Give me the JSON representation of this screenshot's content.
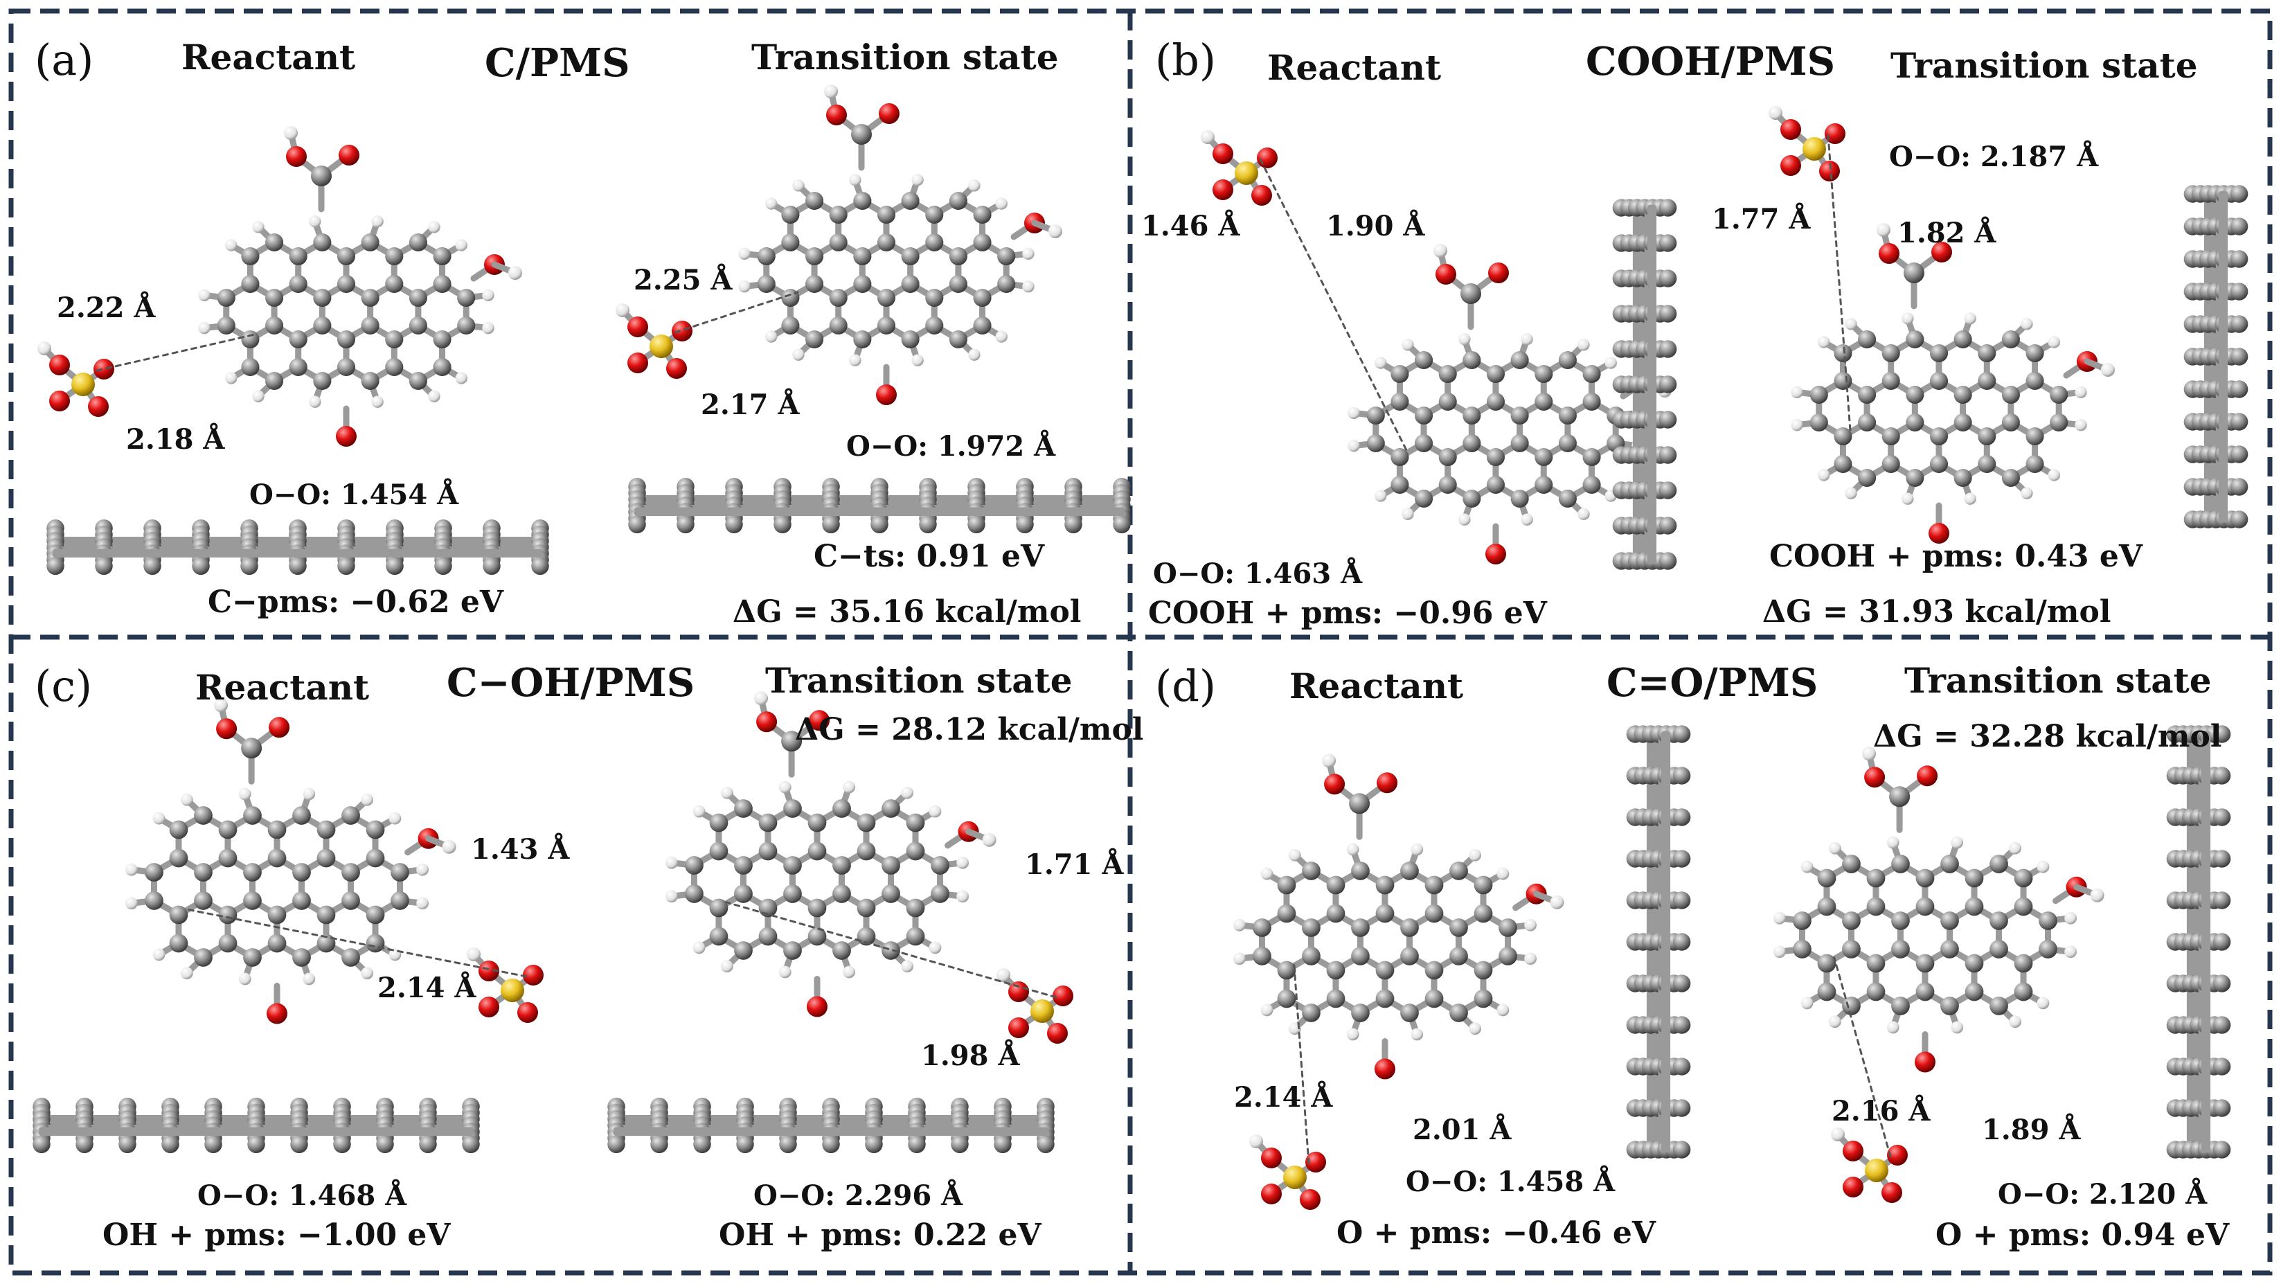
{
  "colors": {
    "border": "#25364f",
    "carbon": "#8e8e8e",
    "hydrogen": "#f2f2f2",
    "oxygen": "#e01010",
    "sulfur": "#e8c020"
  },
  "panels": [
    {
      "letter": "(a)",
      "system": "C/PMS",
      "reactant_label": "Reactant",
      "ts_label": "Transition state",
      "distances": [
        "2.22 Å",
        "2.18 Å",
        "2.25 Å",
        "2.17 Å"
      ],
      "reactant_oo": "O−O: 1.454 Å",
      "ts_oo": "O−O: 1.972 Å",
      "reactant_energy": "C−pms: −0.62 eV",
      "ts_energy": "C−ts: 0.91 eV",
      "delta_g": "ΔG = 35.16 kcal/mol"
    },
    {
      "letter": "(b)",
      "system": "COOH/PMS",
      "reactant_label": "Reactant",
      "ts_label": "Transition state",
      "distances": [
        "1.46 Å",
        "1.90 Å",
        "1.77 Å",
        "1.82 Å"
      ],
      "reactant_oo": "O−O: 1.463 Å",
      "ts_oo": "O−O: 2.187 Å",
      "reactant_energy": "COOH + pms: −0.96 eV",
      "ts_energy": "COOH + pms: 0.43 eV",
      "delta_g": "ΔG = 31.93 kcal/mol"
    },
    {
      "letter": "(c)",
      "system": "C−OH/PMS",
      "reactant_label": "Reactant",
      "ts_label": "Transition state",
      "distances": [
        "1.43 Å",
        "2.14 Å",
        "1.71 Å",
        "1.98 Å"
      ],
      "reactant_oo": "O−O: 1.468 Å",
      "ts_oo": "O−O: 2.296 Å",
      "reactant_energy": "OH + pms: −1.00 eV",
      "ts_energy": "OH + pms: 0.22 eV",
      "delta_g": "ΔG = 28.12 kcal/mol"
    },
    {
      "letter": "(d)",
      "system": "C=O/PMS",
      "reactant_label": "Reactant",
      "ts_label": "Transition state",
      "distances": [
        "2.14 Å",
        "2.01 Å",
        "2.16 Å",
        "1.89 Å"
      ],
      "reactant_oo": "O−O: 1.458 Å",
      "ts_oo": "O−O: 2.120 Å",
      "reactant_energy": "O + pms: −0.46 eV",
      "ts_energy": "O + pms: 0.94 eV",
      "delta_g": "ΔG = 32.28 kcal/mol"
    }
  ]
}
